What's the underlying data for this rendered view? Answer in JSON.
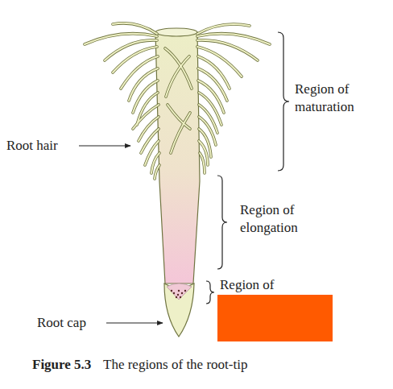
{
  "diagram": {
    "caption": "The regions of the root-tip",
    "labels": [
      "Region of maturation",
      "Root hair",
      "Region of elongation",
      "Region of",
      "Root cap",
      "Figure 5.3"
    ]
  }
}
